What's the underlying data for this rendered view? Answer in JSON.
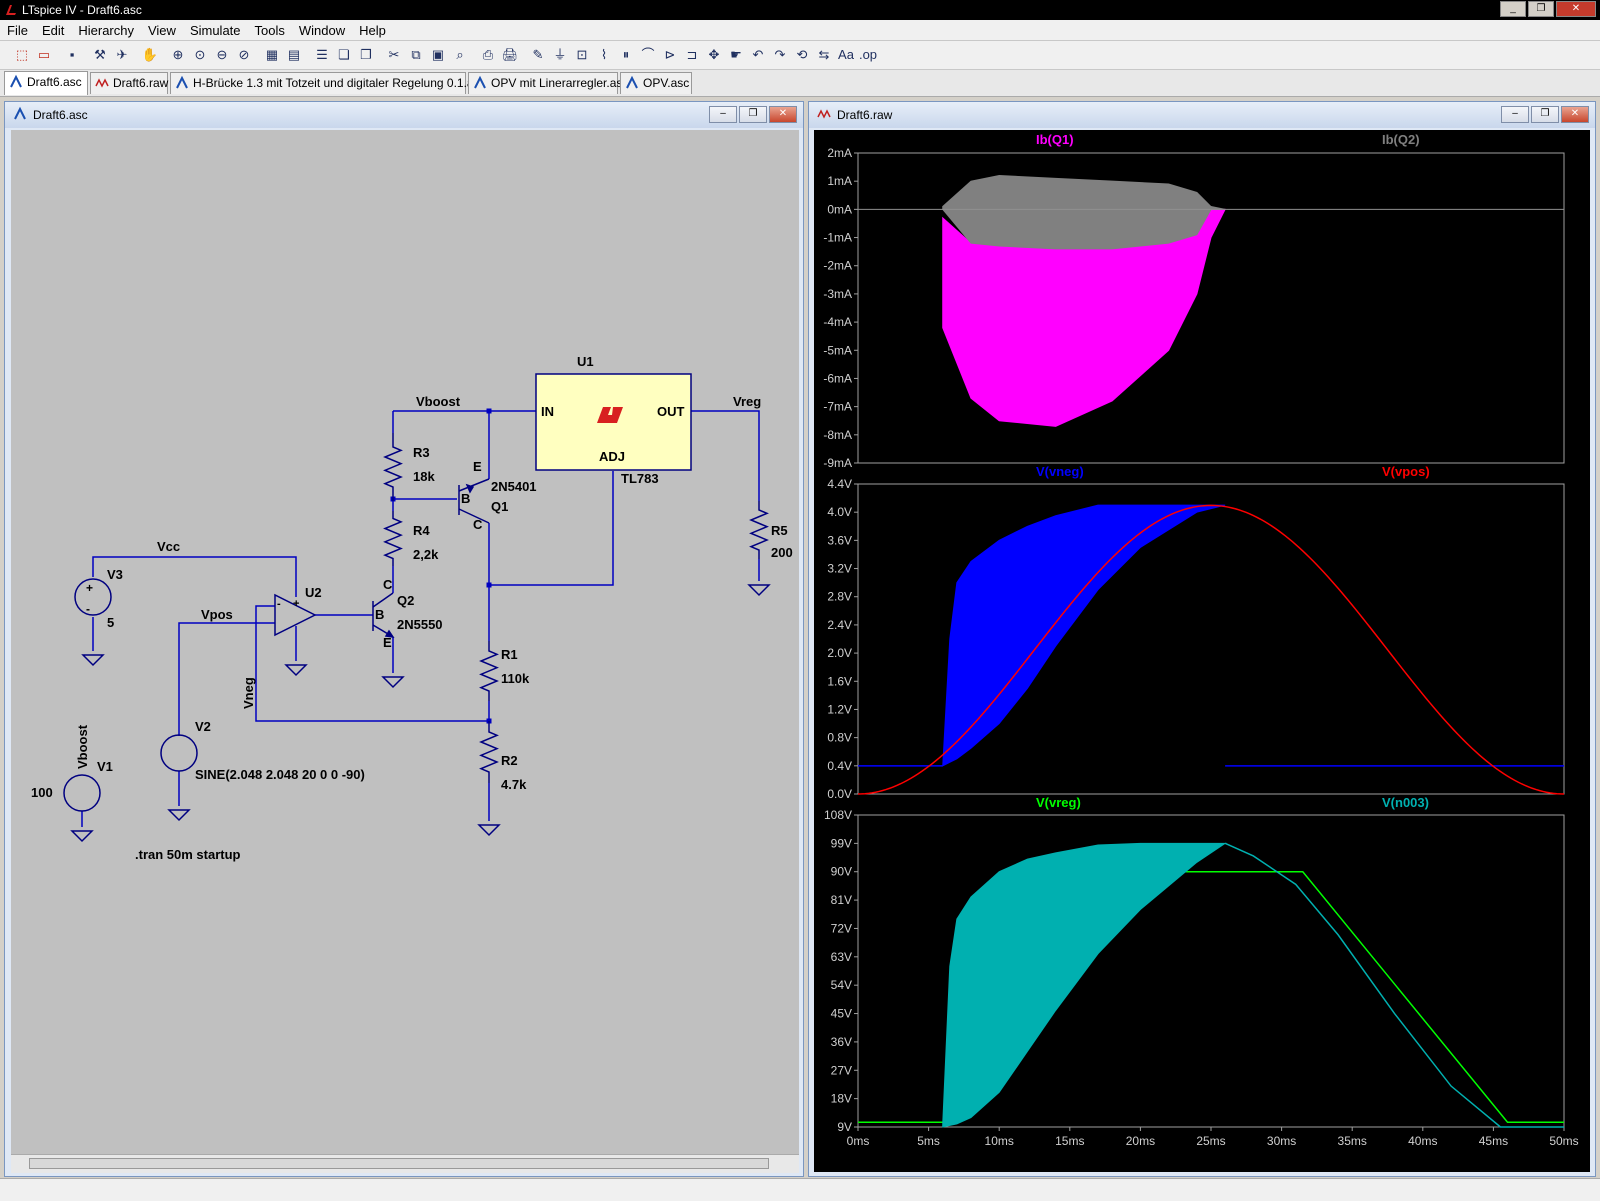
{
  "window": {
    "title": "LTspice IV - Draft6.asc"
  },
  "menu": [
    "File",
    "Edit",
    "Hierarchy",
    "View",
    "Simulate",
    "Tools",
    "Window",
    "Help"
  ],
  "toolbar_icons": [
    "new-schematic-icon",
    "open-icon",
    "save-icon",
    "control-panel-icon",
    "run-icon",
    "halt-icon",
    "zoom-in-icon",
    "zoom-pan-icon",
    "zoom-out-icon",
    "zoom-cancel-icon",
    "autorange-icon",
    "fit-icon",
    "tile-horizontal-icon",
    "cascade-icon",
    "close-windows-icon",
    "cut-icon",
    "copy-icon",
    "paste-icon",
    "find-icon",
    "print-preview-icon",
    "print-icon",
    "draw-wire-icon",
    "ground-icon",
    "label-net-icon",
    "resistor-icon",
    "capacitor-icon",
    "inductor-icon",
    "diode-icon",
    "component-icon",
    "move-icon",
    "drag-icon",
    "undo-icon",
    "redo-icon",
    "rotate-icon",
    "mirror-icon",
    "text-icon",
    "spice-directive-icon"
  ],
  "tabs": [
    {
      "label": "Draft6.asc",
      "type": "schematic"
    },
    {
      "label": "Draft6.raw",
      "type": "waveform"
    },
    {
      "label": "H-Brücke 1.3 mit Totzeit und digitaler Regelung 0.1.asc",
      "type": "schematic"
    },
    {
      "label": "OPV mit Linerarregler.asc",
      "type": "schematic"
    },
    {
      "label": "OPV.asc",
      "type": "schematic"
    }
  ],
  "schematic": {
    "title": "Draft6.asc",
    "labels": {
      "u1": "U1",
      "in": "IN",
      "out": "OUT",
      "adj": "ADJ",
      "tl783": "TL783",
      "vboost": "Vboost",
      "vreg": "Vreg",
      "vcc": "Vcc",
      "vpos": "Vpos",
      "vneg": "Vneg",
      "vboost2": "Vboost",
      "r3": "R3",
      "r3v": "18k",
      "r4": "R4",
      "r4v": "2,2k",
      "r1": "R1",
      "r1v": "110k",
      "r2": "R2",
      "r2v": "4.7k",
      "r5": "R5",
      "r5v": "200",
      "q1": "Q1",
      "q1m": "2N5401",
      "q2": "Q2",
      "q2m": "2N5550",
      "q1e": "E",
      "q1b": "B",
      "q1c": "C",
      "q2c": "C",
      "q2b": "B",
      "q2e": "E",
      "u2": "U2",
      "v3": "V3",
      "v3v": "5",
      "v2": "V2",
      "v2v": "SINE(2.048 2.048 20 0 0 -90)",
      "v1": "V1",
      "v1v": "100",
      "tran": ".tran 50m startup",
      "opplus": "+",
      "opminus": "-",
      "vplus": "+",
      "vminus": "-"
    }
  },
  "waveform": {
    "title": "Draft6.raw"
  },
  "chart_data": [
    {
      "type": "line",
      "x_ticks": [
        "0ms",
        "5ms",
        "10ms",
        "15ms",
        "20ms",
        "25ms",
        "30ms",
        "35ms",
        "40ms",
        "45ms",
        "50ms"
      ],
      "xlim": [
        0,
        50
      ],
      "y_ticks": [
        "2mA",
        "1mA",
        "0mA",
        "-1mA",
        "-2mA",
        "-3mA",
        "-4mA",
        "-5mA",
        "-6mA",
        "-7mA",
        "-8mA",
        "-9mA"
      ],
      "ylim": [
        -9,
        2
      ],
      "series": [
        {
          "name": "Ib(Q1)",
          "color": "#ff00ff",
          "band": {
            "x": [
              6,
              8,
              10,
              14,
              18,
              22,
              24,
              25,
              26
            ],
            "upper": [
              -0.3,
              -1.2,
              -1.3,
              -1.4,
              -1.4,
              -1.2,
              -0.9,
              0,
              0
            ],
            "lower": [
              -4.2,
              -6.7,
              -7.5,
              -7.7,
              -6.8,
              -5,
              -3,
              -1,
              0
            ]
          }
        },
        {
          "name": "Ib(Q2)",
          "color": "#808080",
          "band": {
            "x": [
              6,
              8,
              10,
              14,
              18,
              22,
              24,
              25,
              26
            ],
            "upper": [
              0.1,
              1,
              1.2,
              1.1,
              1,
              0.9,
              0.6,
              0.1,
              0
            ],
            "lower": [
              0,
              -1.2,
              -1.3,
              -1.4,
              -1.4,
              -1.2,
              -0.9,
              0,
              0
            ]
          }
        }
      ]
    },
    {
      "type": "line",
      "x_ticks": [
        "0ms",
        "5ms",
        "10ms",
        "15ms",
        "20ms",
        "25ms",
        "30ms",
        "35ms",
        "40ms",
        "45ms",
        "50ms"
      ],
      "xlim": [
        0,
        50
      ],
      "y_ticks": [
        "4.4V",
        "4.0V",
        "3.6V",
        "3.2V",
        "2.8V",
        "2.4V",
        "2.0V",
        "1.6V",
        "1.2V",
        "0.8V",
        "0.4V",
        "0.0V"
      ],
      "ylim": [
        0,
        4.4
      ],
      "series": [
        {
          "name": "V(vneg)",
          "color": "#0000ff",
          "band": {
            "x": [
              0,
              6,
              6.5,
              7,
              8,
              10,
              12,
              14,
              17,
              20,
              24,
              26
            ],
            "upper": [
              0.4,
              0.4,
              2.2,
              3,
              3.3,
              3.6,
              3.8,
              3.95,
              4.1,
              4.1,
              4.1,
              4.1
            ],
            "lower": [
              0.4,
              0.4,
              0.45,
              0.5,
              0.65,
              1.0,
              1.5,
              2.1,
              2.9,
              3.5,
              4.0,
              4.1
            ]
          },
          "flat_after": {
            "x": [
              26,
              50
            ],
            "y": [
              0.4,
              0.4
            ]
          }
        },
        {
          "name": "V(vpos)",
          "color": "#ff0000",
          "curve": "2.048-2.048*cos(2*pi*20*t)"
        }
      ]
    },
    {
      "type": "line",
      "x_ticks": [
        "0ms",
        "5ms",
        "10ms",
        "15ms",
        "20ms",
        "25ms",
        "30ms",
        "35ms",
        "40ms",
        "45ms",
        "50ms"
      ],
      "xlim": [
        0,
        50
      ],
      "y_ticks": [
        "108V",
        "99V",
        "90V",
        "81V",
        "72V",
        "63V",
        "54V",
        "45V",
        "36V",
        "27V",
        "18V",
        "9V"
      ],
      "ylim": [
        9,
        108
      ],
      "series": [
        {
          "name": "V(vreg)",
          "color": "#00ff00",
          "points": {
            "x": [
              0,
              6,
              22,
              31.5,
              46,
              50
            ],
            "y": [
              10.5,
              10.5,
              90,
              90,
              10.5,
              10.5
            ]
          }
        },
        {
          "name": "V(n003)",
          "color": "#00b0b0",
          "band": {
            "x": [
              6,
              6.5,
              7,
              8,
              10,
              12,
              14,
              17,
              20,
              24,
              26
            ],
            "upper": [
              10,
              60,
              75,
              82,
              90,
              94,
              96,
              98.5,
              99,
              99,
              99
            ],
            "lower": [
              9,
              9.5,
              10,
              12,
              20,
              33,
              46,
              64,
              78,
              93,
              99
            ]
          },
          "after": {
            "x": [
              26,
              28,
              31,
              34,
              38,
              42,
              45.5,
              50
            ],
            "y": [
              99,
              95,
              86,
              70,
              45,
              22,
              9,
              9
            ]
          }
        }
      ]
    }
  ]
}
